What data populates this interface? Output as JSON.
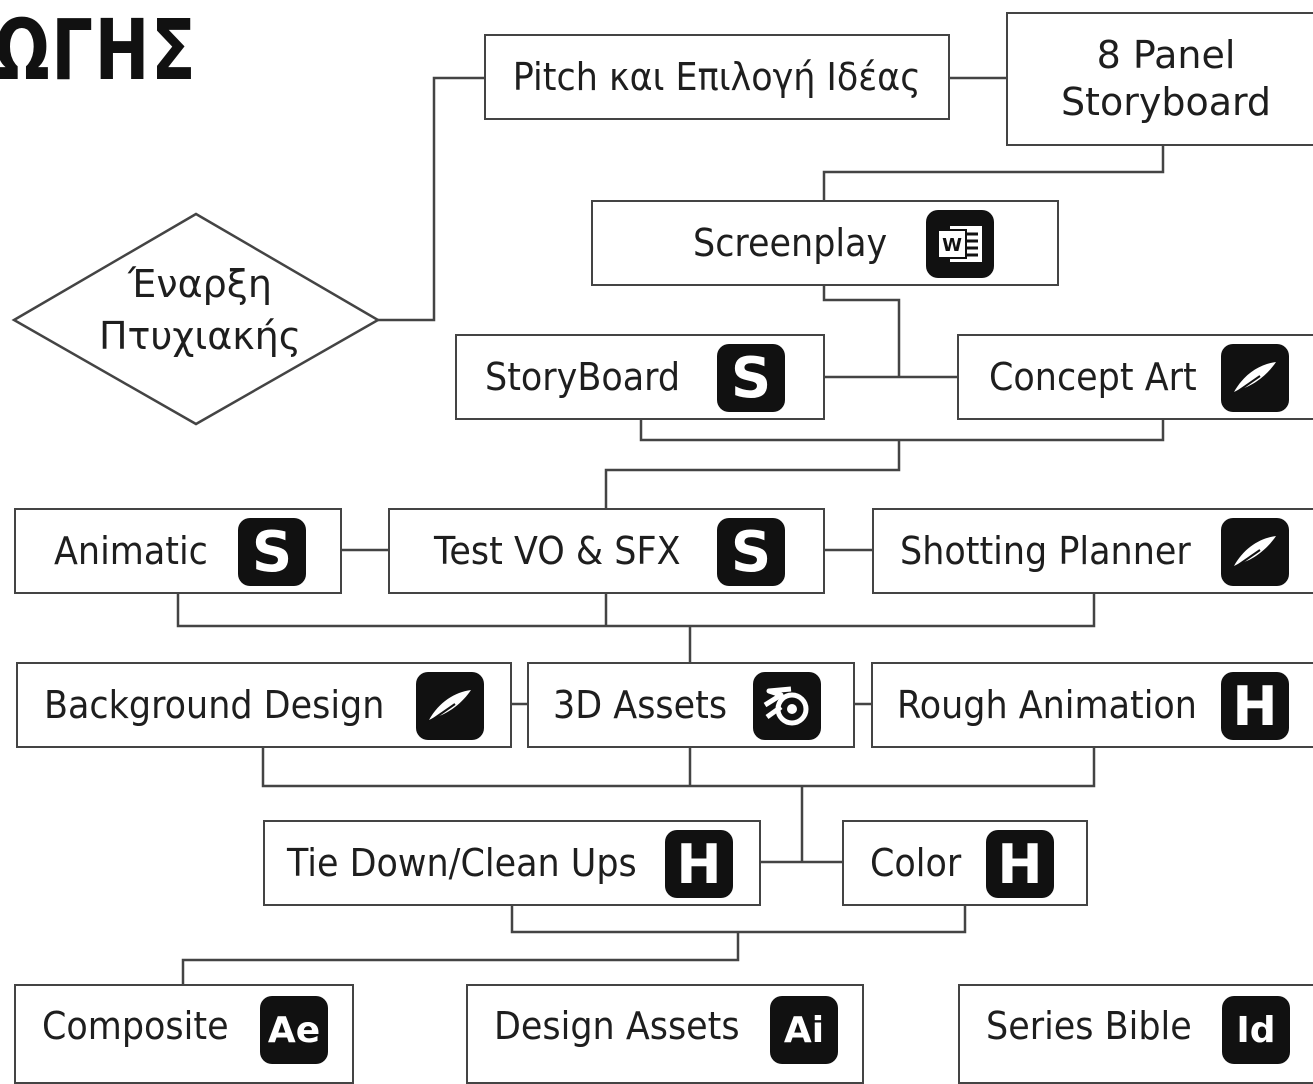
{
  "heading": "ΩΓΗΣ",
  "start": {
    "line1": "Έναρξη",
    "line2": "Πτυχιακής"
  },
  "nodes": {
    "pitch": "Pitch και Επιλογή Ιδέας",
    "panel_storyboard_line1": "8 Panel",
    "panel_storyboard_line2": "Storyboard",
    "screenplay": "Screenplay",
    "storyboard": "StoryBoard",
    "concept_art": "Concept Art",
    "animatic": "Animatic",
    "test_vo": "Test VO & SFX",
    "shotting_planner": "Shotting Planner",
    "background_design": "Background Design",
    "assets_3d": "3D Assets",
    "rough_animation": "Rough Animation",
    "tie_down": "Tie Down/Clean Ups",
    "color": "Color",
    "composite": "Composite",
    "design_assets": "Design Assets",
    "series_bible": "Series Bible"
  },
  "icons": {
    "word": "W",
    "storyboarder": "S",
    "procreate": "procreate-feather",
    "blender": "blender",
    "harmony": "H",
    "after_effects": "Ae",
    "illustrator": "Ai",
    "indesign": "Id"
  },
  "colors": {
    "line": "#444444",
    "icon_bg": "#111111",
    "text": "#1e1e1e"
  }
}
